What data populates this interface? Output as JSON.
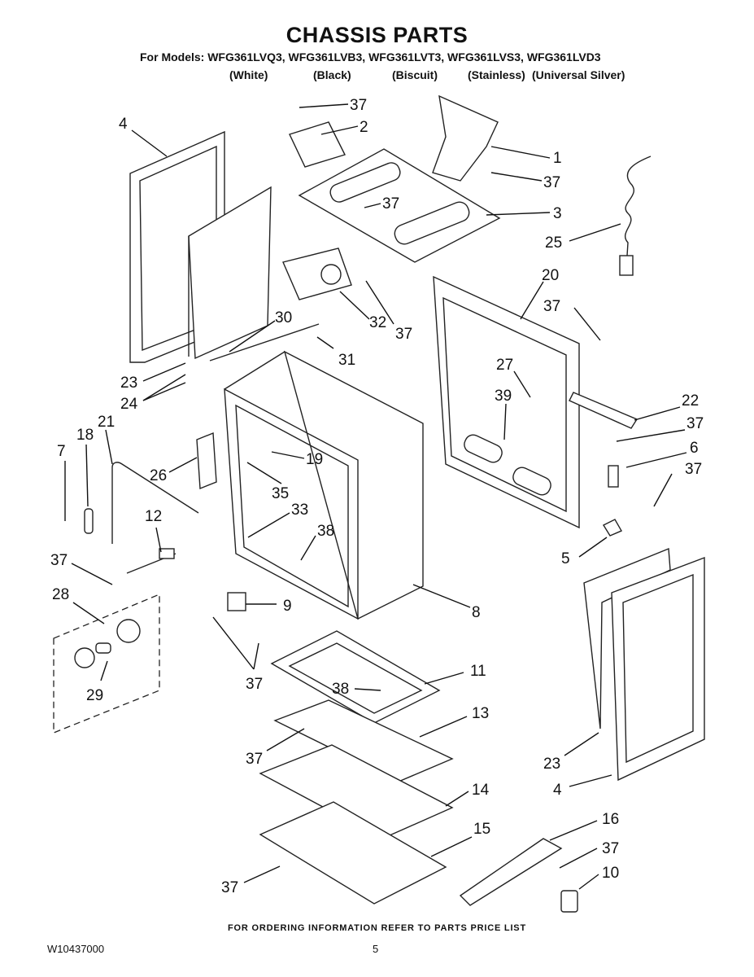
{
  "header": {
    "title": "CHASSIS PARTS",
    "models": "For Models: WFG361LVQ3, WFG361LVB3, WFG361LVT3, WFG361LVS3, WFG361LVD3",
    "colors": [
      "(White)",
      "(Black)",
      "(Biscuit)",
      "(Stainless)",
      "(Universal Silver)"
    ]
  },
  "callouts": [
    "37",
    "2",
    "4",
    "1",
    "37",
    "37",
    "3",
    "25",
    "20",
    "30",
    "37",
    "32",
    "31",
    "37",
    "27",
    "23",
    "24",
    "39",
    "22",
    "18",
    "21",
    "7",
    "37",
    "26",
    "19",
    "6",
    "35",
    "37",
    "33",
    "12",
    "38",
    "5",
    "37",
    "8",
    "28",
    "9",
    "37",
    "11",
    "29",
    "38",
    "13",
    "37",
    "23",
    "4",
    "14",
    "15",
    "16",
    "37",
    "10",
    "37"
  ],
  "footer": {
    "ordering_note": "FOR ORDERING INFORMATION REFER TO PARTS PRICE LIST",
    "doc_number": "W10437000",
    "page_number": "5"
  }
}
